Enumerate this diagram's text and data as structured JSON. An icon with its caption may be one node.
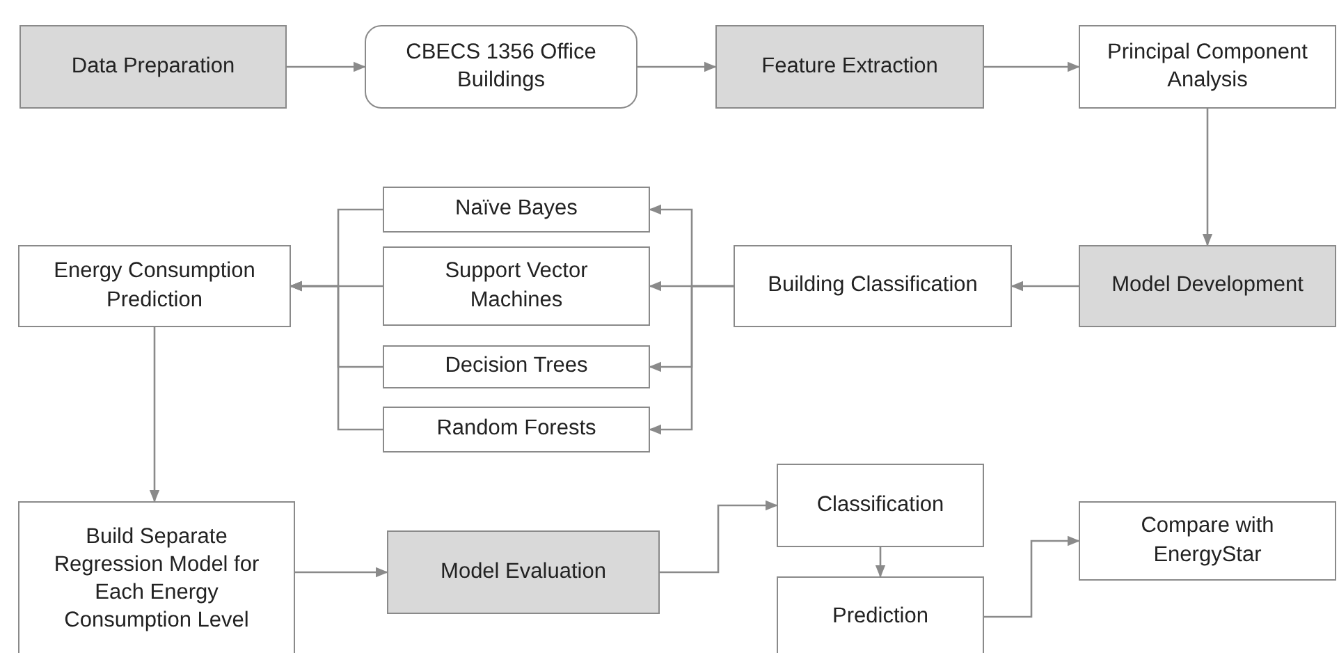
{
  "diagram": {
    "nodes": [
      {
        "text": [
          "Data Preparation"
        ]
      },
      {
        "text": [
          "CBECS 1356 Office Buildings"
        ]
      },
      {
        "text": [
          "Feature Extraction"
        ]
      },
      {
        "text": [
          "Principal Component Analysis"
        ]
      },
      {
        "text": [
          "Model Development"
        ]
      },
      {
        "text": [
          "Building Classification"
        ]
      },
      {
        "text": [
          "Naïve Bayes"
        ]
      },
      {
        "text": [
          "Support Vector Machines"
        ]
      },
      {
        "text": [
          "Decision Trees"
        ]
      },
      {
        "text": [
          "Random Forests"
        ]
      },
      {
        "text": [
          "Energy Consumption Prediction"
        ]
      },
      {
        "text": [
          "Build Separate Regression Model for Each Energy Consumption Level"
        ]
      },
      {
        "text": [
          "Model Evaluation"
        ]
      },
      {
        "text": [
          "Classification"
        ]
      },
      {
        "text": [
          "Prediction"
        ]
      },
      {
        "text": [
          "Compare with EnergyStar"
        ]
      }
    ],
    "edges": [
      {
        "from": 0,
        "to": 1,
        "arrow": "to"
      },
      {
        "from": 1,
        "to": 2,
        "arrow": "to"
      },
      {
        "from": 2,
        "to": 3,
        "arrow": "to"
      },
      {
        "from": 3,
        "to": 4,
        "arrow": "to"
      },
      {
        "from": 4,
        "to": 5,
        "arrow": "to"
      },
      {
        "from": 5,
        "to": 6,
        "arrow": "to"
      },
      {
        "from": 5,
        "to": 7,
        "arrow": "to"
      },
      {
        "from": 5,
        "to": 8,
        "arrow": "to"
      },
      {
        "from": 5,
        "to": 9,
        "arrow": "to"
      },
      {
        "from": 6,
        "to": 10,
        "arrow": "to"
      },
      {
        "from": 7,
        "to": 10,
        "arrow": "to"
      },
      {
        "from": 8,
        "to": 10,
        "arrow": "to"
      },
      {
        "from": 9,
        "to": 10,
        "arrow": "to"
      },
      {
        "from": 10,
        "to": 11,
        "arrow": "to"
      },
      {
        "from": 11,
        "to": 12,
        "arrow": "to"
      },
      {
        "from": 12,
        "to": 13,
        "arrow": "to"
      },
      {
        "from": 13,
        "to": 14,
        "arrow": "to"
      },
      {
        "from": 14,
        "to": 15,
        "arrow": "to"
      }
    ]
  }
}
